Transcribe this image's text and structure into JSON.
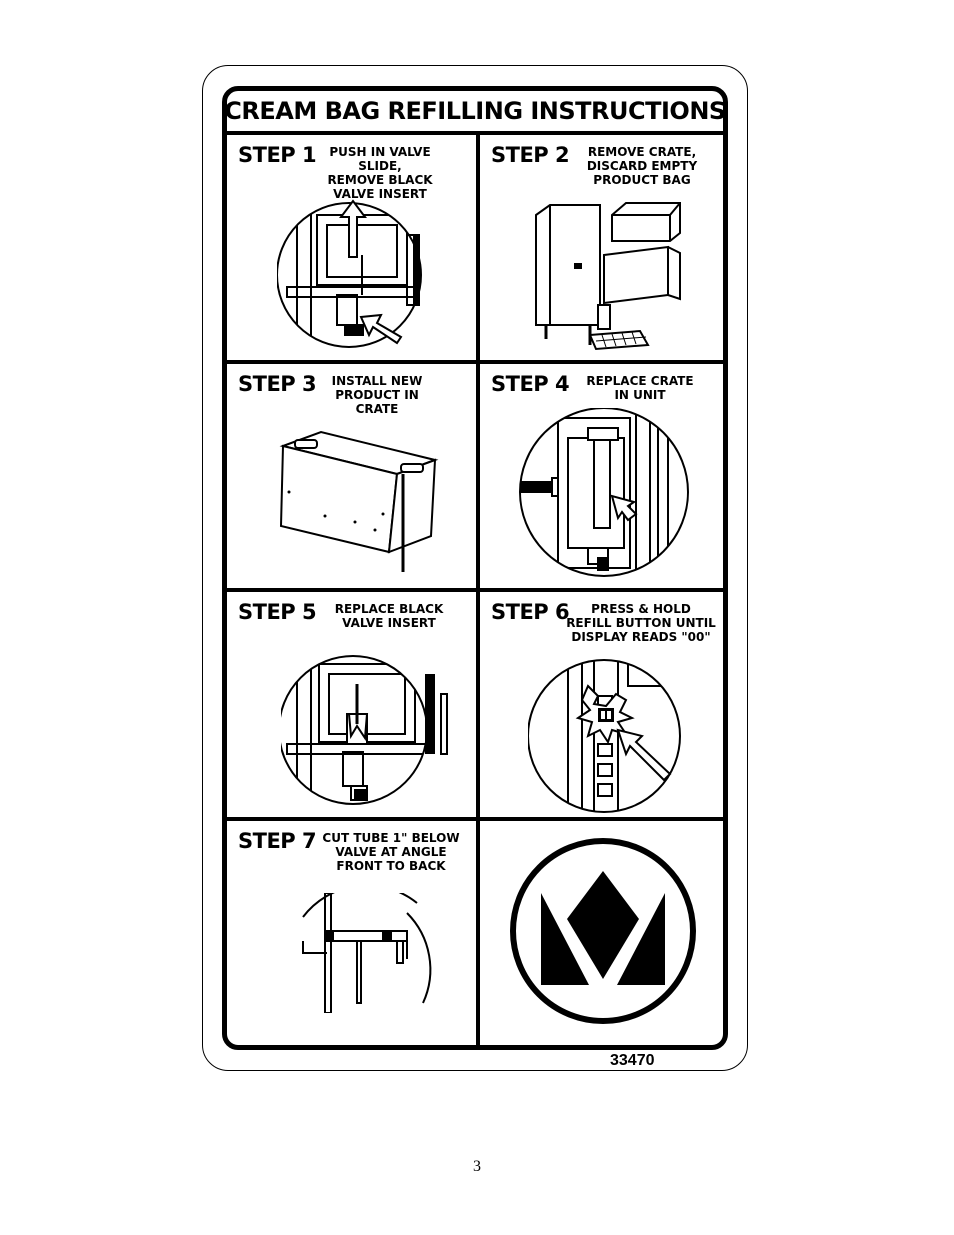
{
  "title": "CREAM BAG REFILLING INSTRUCTIONS",
  "steps": [
    {
      "label": "STEP 1",
      "text": "PUSH IN VALVE SLIDE,\nREMOVE BLACK\nVALVE INSERT"
    },
    {
      "label": "STEP 2",
      "text": "REMOVE CRATE,\nDISCARD EMPTY\nPRODUCT BAG"
    },
    {
      "label": "STEP 3",
      "text": "INSTALL NEW\nPRODUCT IN\nCRATE"
    },
    {
      "label": "STEP 4",
      "text": "REPLACE CRATE\nIN UNIT"
    },
    {
      "label": "STEP 5",
      "text": "REPLACE BLACK\nVALVE INSERT"
    },
    {
      "label": "STEP 6",
      "text": "PRESS & HOLD\nREFILL BUTTON UNTIL\nDISPLAY READS \"00\""
    },
    {
      "label": "STEP 7",
      "text": "CUT TUBE 1\" BELOW\nVALVE AT ANGLE\nFRONT TO BACK"
    }
  ],
  "icons": {
    "step1": "valve-slide-illustration-icon",
    "step2": "dispenser-crate-removal-illustration-icon",
    "step3": "product-crate-illustration-icon",
    "step4": "crate-insertion-illustration-icon",
    "step5": "valve-insert-illustration-icon",
    "step6": "refill-button-illustration-icon",
    "step7": "tube-cut-illustration-icon",
    "logo": "crown-logo-icon"
  },
  "part_number": "33470",
  "page_number": "3"
}
